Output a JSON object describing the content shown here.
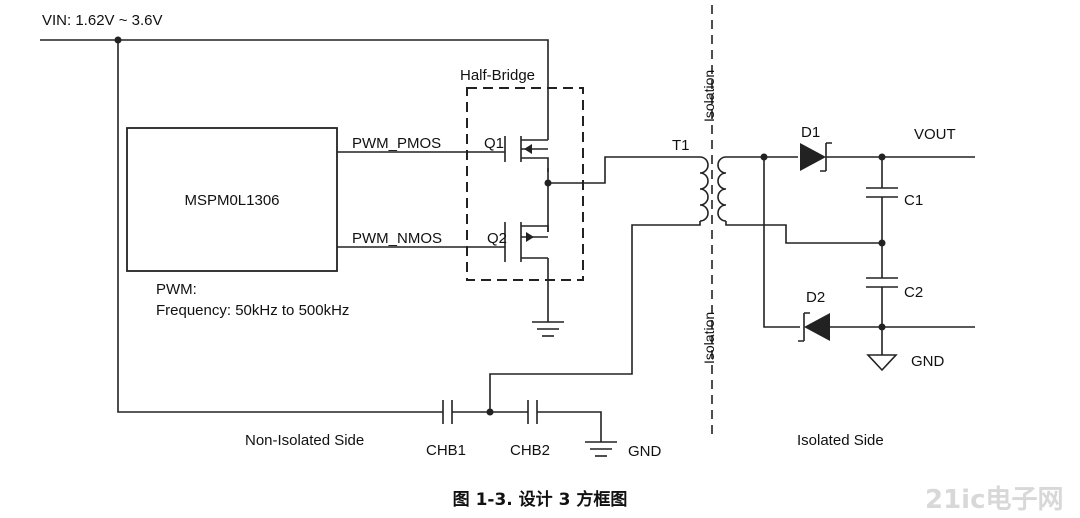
{
  "labels": {
    "vin": "VIN: 1.62V ~ 3.6V",
    "half_bridge": "Half-Bridge",
    "mcu": "MSPM0L1306",
    "pwm_pmos": "PWM_PMOS",
    "pwm_nmos": "PWM_NMOS",
    "q1": "Q1",
    "q2": "Q2",
    "pwm_note": "PWM:",
    "freq_note": "Frequency: 50kHz to 500kHz",
    "t1": "T1",
    "isolation_top": "Isolation",
    "isolation_bottom": "Isolation",
    "d1": "D1",
    "d2": "D2",
    "c1": "C1",
    "c2": "C2",
    "vout": "VOUT",
    "gnd_right": "GND",
    "gnd_left": "GND",
    "chb1": "CHB1",
    "chb2": "CHB2",
    "non_isolated": "Non-Isolated Side",
    "isolated": "Isolated Side"
  },
  "caption": "图 1-3. 设计 3 方框图",
  "watermark": "21ic电子网",
  "colors": {
    "wire": "#222222",
    "background": "#ffffff",
    "watermark": "#d8d8d8"
  }
}
